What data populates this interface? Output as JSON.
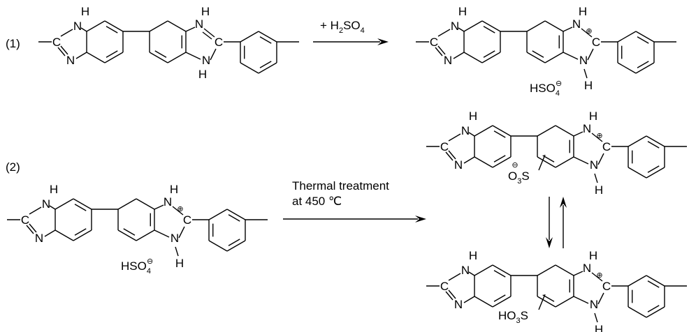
{
  "reaction1": {
    "number": "(1)",
    "reagent": "+ H",
    "reagent_sub": "2",
    "reagent_rest": "SO",
    "reagent_sub2": "4"
  },
  "reaction2": {
    "number": "(2)",
    "condition_line1": "Thermal treatment",
    "condition_line2": "at 450 ℃"
  },
  "atoms": {
    "N": "N",
    "H": "H",
    "C": "C",
    "S": "S",
    "plus": "⊕",
    "minus": "⊖"
  },
  "counterion": {
    "prefix": "HSO",
    "sub": "4"
  },
  "sulfonate": {
    "anion_prefix": "O",
    "anion_sub": "3",
    "anion_suffix": "S",
    "acid_prefix": "HO",
    "acid_sub": "3",
    "acid_suffix": "S"
  },
  "colors": {
    "ink": "#000000",
    "background": "#ffffff"
  }
}
